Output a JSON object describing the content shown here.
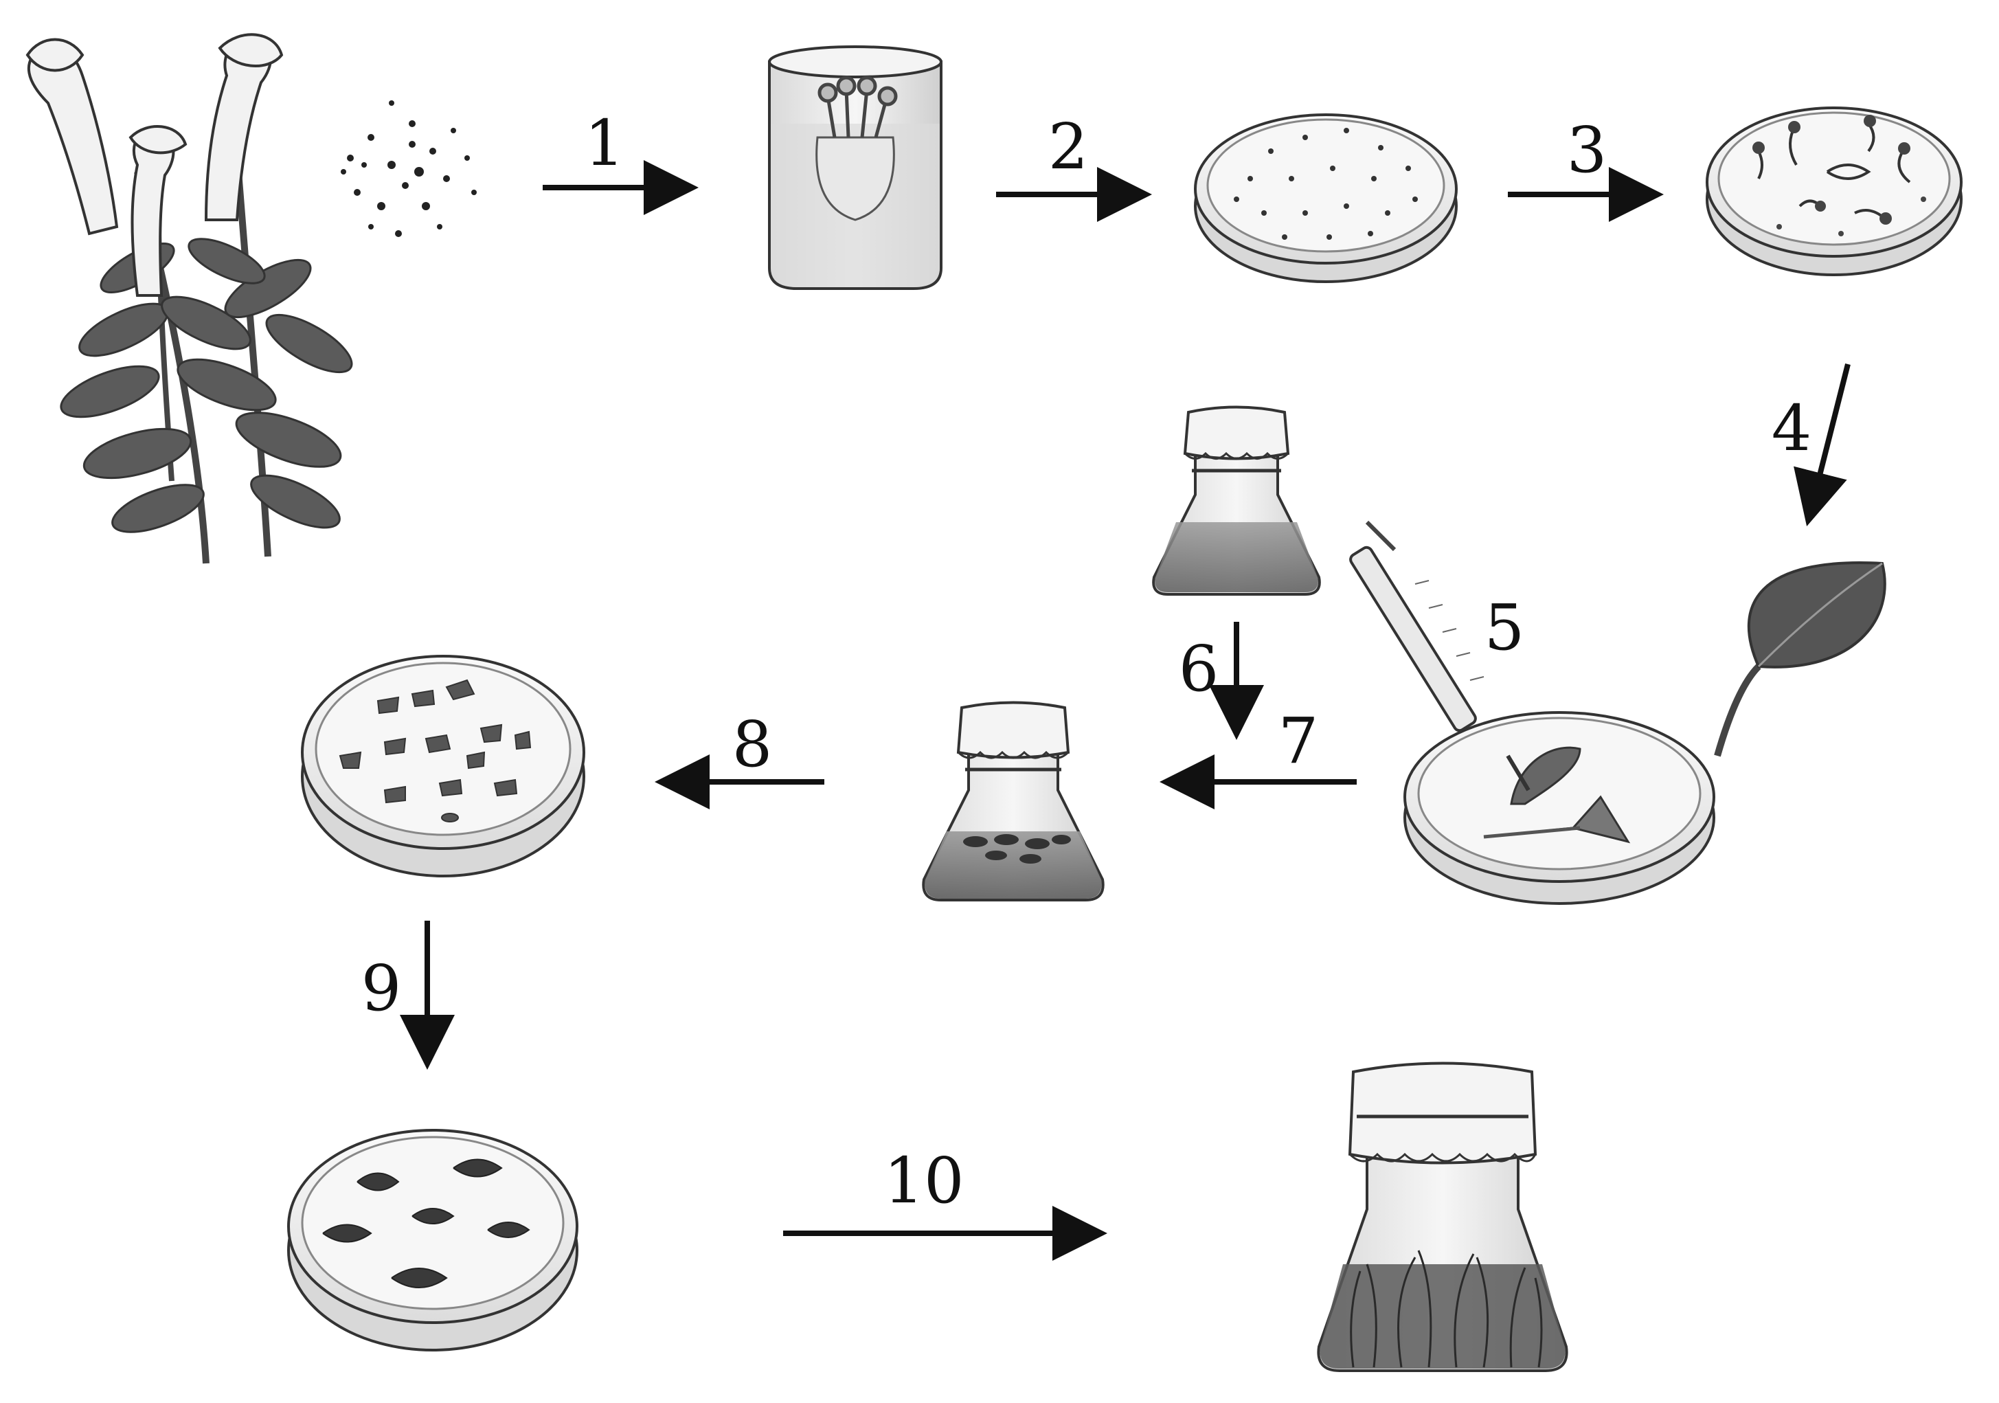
{
  "steps": [
    {
      "number": "1"
    },
    {
      "number": "2"
    },
    {
      "number": "3"
    },
    {
      "number": "4"
    },
    {
      "number": "5"
    },
    {
      "number": "6"
    },
    {
      "number": "7"
    },
    {
      "number": "8"
    },
    {
      "number": "9"
    },
    {
      "number": "10"
    }
  ],
  "colors": {
    "ink": "#111111",
    "gray_dark": "#3a3a3a",
    "gray_mid": "#7a7a7a",
    "gray_light": "#cfcfcf",
    "leaf": "#4a4a4a"
  },
  "icons": [
    "plant-with-flowers-icon",
    "seeds-icon",
    "beaker-icon",
    "petri-dish-seeds-icon",
    "petri-dish-seedlings-icon",
    "leaf-icon",
    "syringe-icon",
    "petri-dish-cut-leaf-icon",
    "flask-liquid-icon",
    "flask-explants-icon",
    "petri-dish-explants-icon",
    "petri-dish-callus-icon",
    "flask-shoots-icon"
  ]
}
